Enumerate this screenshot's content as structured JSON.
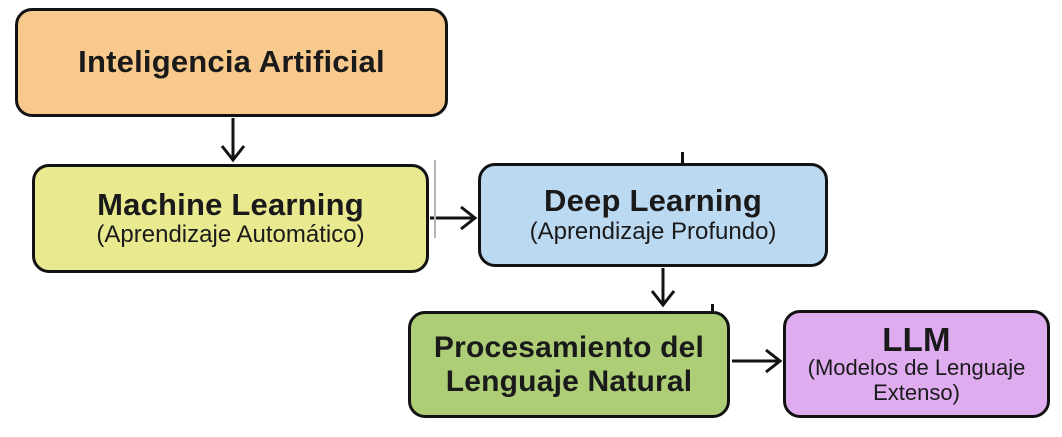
{
  "diagram": {
    "title": "AI concepts hierarchy (Spanish)",
    "background_color": "#ffffff",
    "border_color": "#121212",
    "text_color": "#1a1a1a",
    "nodes": {
      "ai": {
        "label": "Inteligencia Artificial",
        "sublabel": "",
        "color": "#F8C98D"
      },
      "ml": {
        "label": "Machine Learning",
        "sublabel": "(Aprendizaje Automático)",
        "color": "#E9EA90"
      },
      "dl": {
        "label": "Deep Learning",
        "sublabel": "(Aprendizaje Profundo)",
        "color": "#BCD9F2"
      },
      "nlp": {
        "label": "Procesamiento del Lenguaje Natural",
        "sublabel": "",
        "color": "#ADCE77"
      },
      "llm": {
        "label": "LLM",
        "sublabel": "(Modelos de Lenguaje Extenso)",
        "color": "#DFACF0"
      }
    },
    "edges": [
      {
        "from": "ai",
        "to": "ml",
        "direction": "down"
      },
      {
        "from": "ml",
        "to": "dl",
        "direction": "right"
      },
      {
        "from": "dl",
        "to": "nlp",
        "direction": "down"
      },
      {
        "from": "nlp",
        "to": "llm",
        "direction": "right"
      }
    ]
  }
}
